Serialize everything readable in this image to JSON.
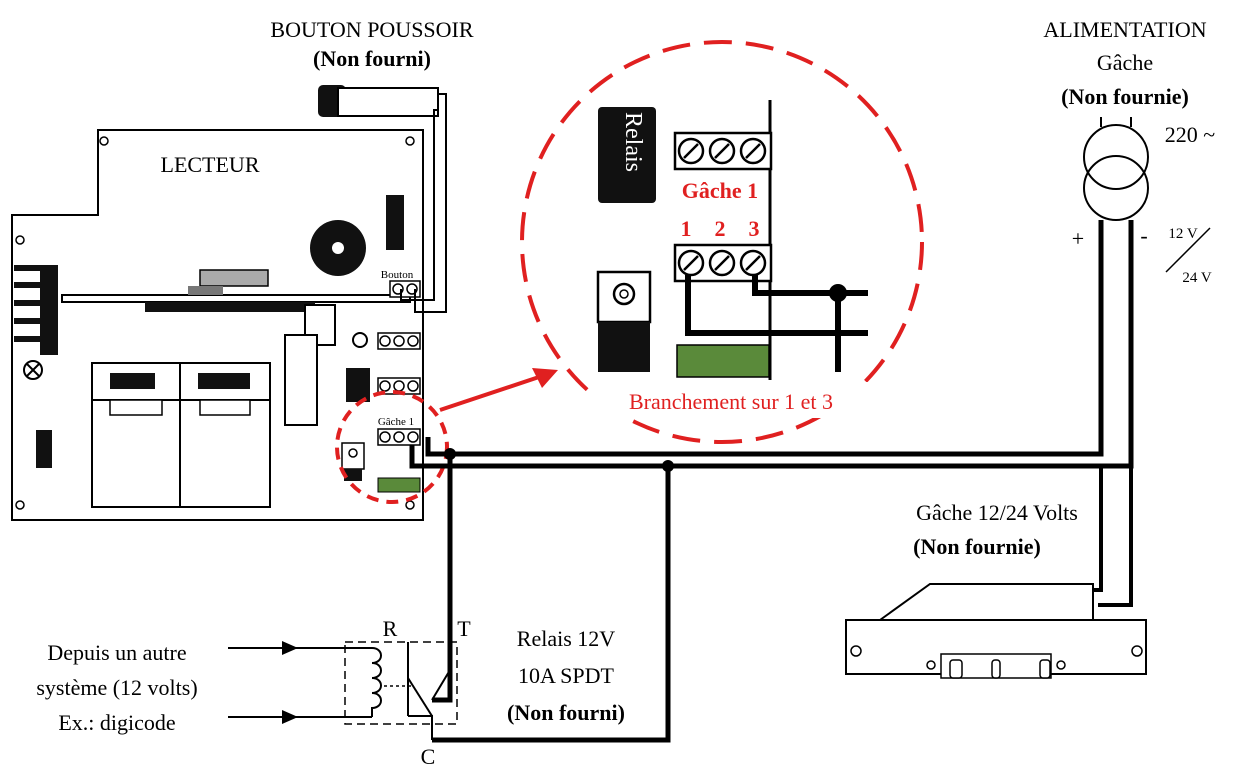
{
  "labels": {
    "push_button_title": "BOUTON POUSSOIR",
    "push_button_note": "(Non fourni)",
    "reader": "LECTEUR",
    "button_terminal": "Bouton",
    "gache1_small": "Gâche 1",
    "zoom_relais": "Relais",
    "zoom_gache1": "Gâche 1",
    "zoom_terminal_numbers": [
      "1",
      "2",
      "3"
    ],
    "zoom_caption": "Branchement sur 1 et 3",
    "power_title": "ALIMENTATION",
    "power_sub": "Gâche",
    "power_note": "(Non fournie)",
    "power_voltage_in": "220 ~",
    "power_plus": "+",
    "power_minus": "-",
    "power_out_12": "12 V",
    "power_out_24": "24 V",
    "strike_title": "Gâche 12/24 Volts",
    "strike_note": "(Non fournie)",
    "input_line1": "Depuis un autre",
    "input_line2": "système (12 volts)",
    "input_line3": "Ex.: digicode",
    "relay_R": "R",
    "relay_T": "T",
    "relay_C": "C",
    "relay_line1": "Relais 12V",
    "relay_line2": "10A SPDT",
    "relay_note": "(Non fourni)"
  },
  "colors": {
    "wire": "#000000",
    "highlight": "#e02020",
    "terminal_green": "#5a8a3a",
    "component_dark": "#111111"
  }
}
